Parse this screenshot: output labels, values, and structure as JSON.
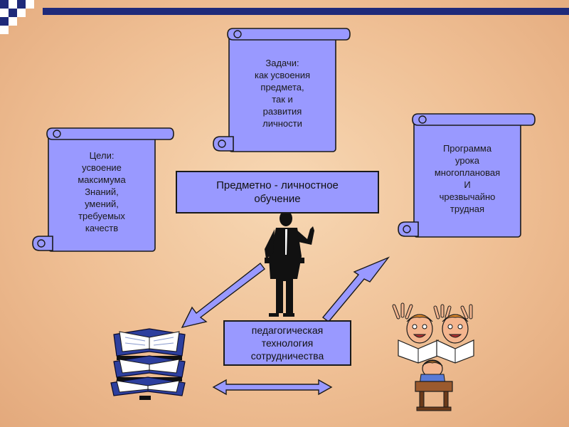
{
  "scroll_goals": {
    "lines": "Цели:\nусвоение\nмаксимума\nЗнаний,\nумений,\nтребуемых\nкачеств"
  },
  "scroll_tasks": {
    "lines": "Задачи:\nкак усвоения\nпредмета,\nтак и\nразвития\nличности"
  },
  "scroll_program": {
    "lines": "Программа\nурока\nмногоплановая\nИ\nчрезвычайно\nтрудная"
  },
  "center_box": {
    "text": "Предметно - личностное\nобучение"
  },
  "bottom_box": {
    "text": "педагогическая\nтехнология\nсотрудничества"
  },
  "colors": {
    "scroll_fill": "#9999ff",
    "arrow_fill": "#9999ff",
    "outline": "#1a1a1a",
    "corner_squares_dark": "#1f2a7a",
    "corner_squares_light": "#ffffff",
    "top_bar": "#1f2a7a"
  },
  "icons": {
    "corner_decoration": "checker-squares-icon",
    "speaker": "presenter-silhouette-icon",
    "books": "open-books-stack-icon",
    "students": "cartoon-students-icon"
  }
}
